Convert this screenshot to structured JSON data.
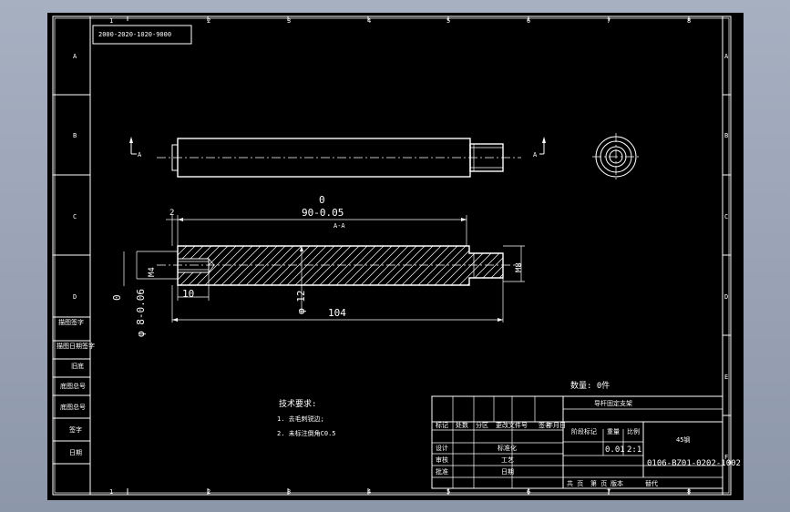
{
  "drawing_code_top": "2000-2020-1020-9000",
  "zone_columns": [
    "1",
    "2",
    "3",
    "4",
    "5",
    "6",
    "7",
    "8"
  ],
  "zone_rows": [
    "A",
    "B",
    "C",
    "D",
    "E",
    "F"
  ],
  "section_arrow_left": "A",
  "section_arrow_right": "A",
  "section_label": "A-A",
  "dims": {
    "tol_upper": "0",
    "length_90": "90-0.05",
    "chamfer": "2",
    "m4": "M4",
    "m8": "M8",
    "thread_depth": "10",
    "dia12": "φ 12",
    "length_104": "104",
    "dia_tol_upper": "0",
    "dia8": "φ 8-0.06"
  },
  "left_table": [
    "描图签字",
    "描图日期签字",
    "旧底",
    "底图总号",
    "底图总号",
    "签字",
    "日期"
  ],
  "quantity": "数量: 0件",
  "tech_req": {
    "title": "技术要求:",
    "lines": [
      "1. 去毛刺锐边;",
      "2. 未标注倒角C0.5"
    ]
  },
  "title_block": {
    "part_name": "导杆固定支架",
    "header_cells": [
      "标记",
      "处数",
      "分区",
      "更改文件号",
      "签名",
      "年月日"
    ],
    "stage_labels": [
      "阶段标记",
      "重量",
      "比例"
    ],
    "weight": "0.01",
    "scale": "2:1",
    "doc_code": "0106-BZ01-0202-1002",
    "material": "45钢",
    "rows": [
      "设计",
      "审核",
      "工艺",
      "标准化",
      "批准",
      "日期"
    ],
    "bottom": [
      "共 页",
      "第 页",
      "版本",
      "替代"
    ]
  }
}
